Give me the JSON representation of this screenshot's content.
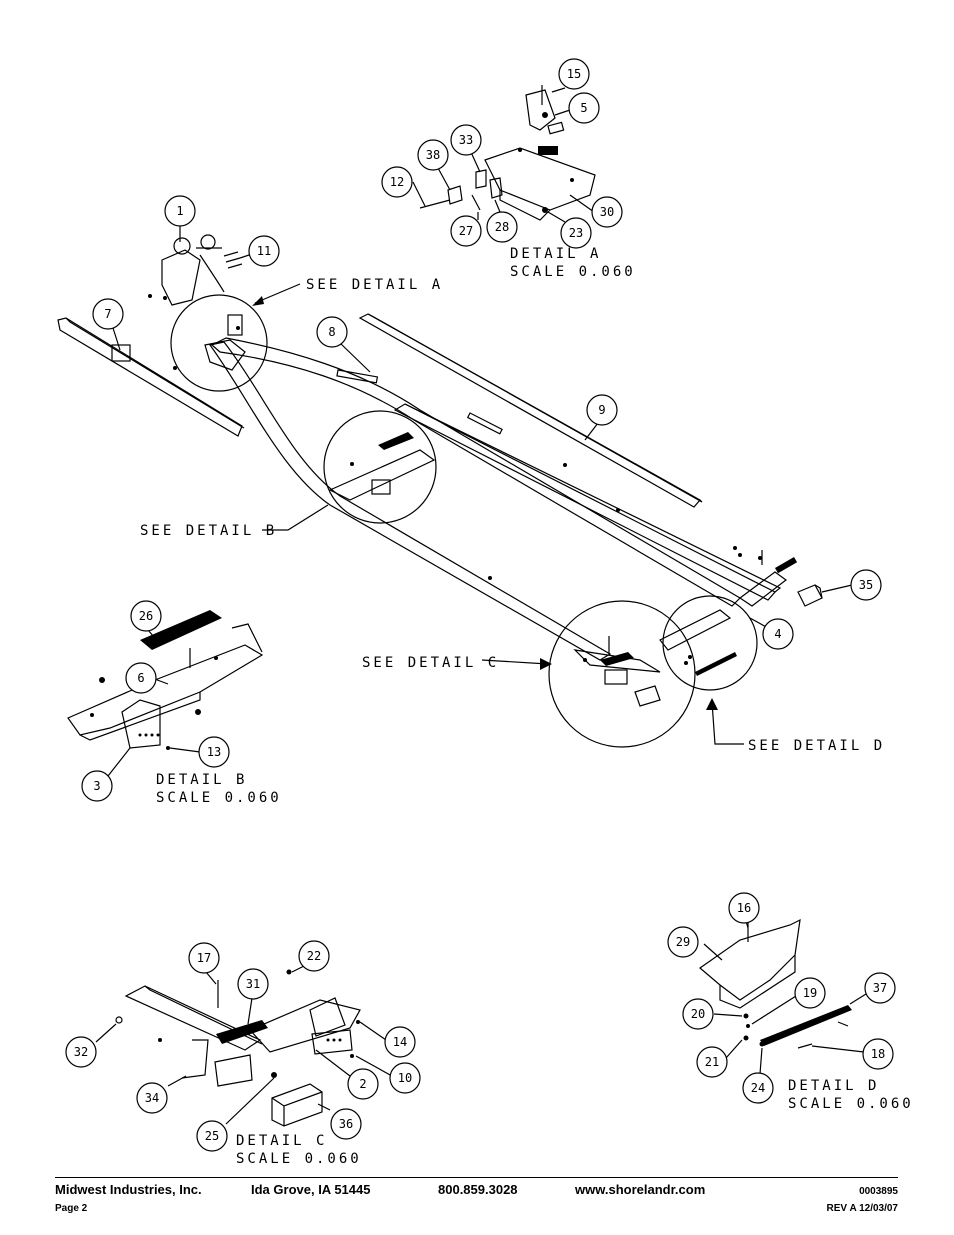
{
  "callouts": {
    "c1": "1",
    "c2": "2",
    "c3": "3",
    "c4": "4",
    "c5": "5",
    "c6": "6",
    "c7": "7",
    "c8": "8",
    "c9": "9",
    "c10": "10",
    "c11": "11",
    "c12": "12",
    "c13": "13",
    "c14": "14",
    "c15": "15",
    "c16": "16",
    "c17": "17",
    "c18": "18",
    "c19": "19",
    "c20": "20",
    "c21": "21",
    "c22": "22",
    "c23": "23",
    "c24": "24",
    "c25": "25",
    "c26": "26",
    "c27": "27",
    "c28": "28",
    "c29": "29",
    "c30": "30",
    "c31": "31",
    "c32": "32",
    "c33": "33",
    "c34": "34",
    "c35": "35",
    "c36": "36",
    "c37": "37",
    "c38": "38"
  },
  "labels": {
    "see_detail_a": "SEE DETAIL A",
    "see_detail_b": "SEE DETAIL B",
    "see_detail_c": "SEE DETAIL C",
    "see_detail_d": "SEE DETAIL D",
    "detail_a": "DETAIL A",
    "detail_b": "DETAIL B",
    "detail_c": "DETAIL C",
    "detail_d": "DETAIL D",
    "scale": "SCALE 0.060"
  },
  "footer": {
    "company": "Midwest Industries, Inc.",
    "city": "Ida Grove, IA  51445",
    "phone": "800.859.3028",
    "website": "www.shorelandr.com",
    "doc_number": "0003895",
    "page": "Page 2",
    "revision": "REV A  12/03/07"
  }
}
